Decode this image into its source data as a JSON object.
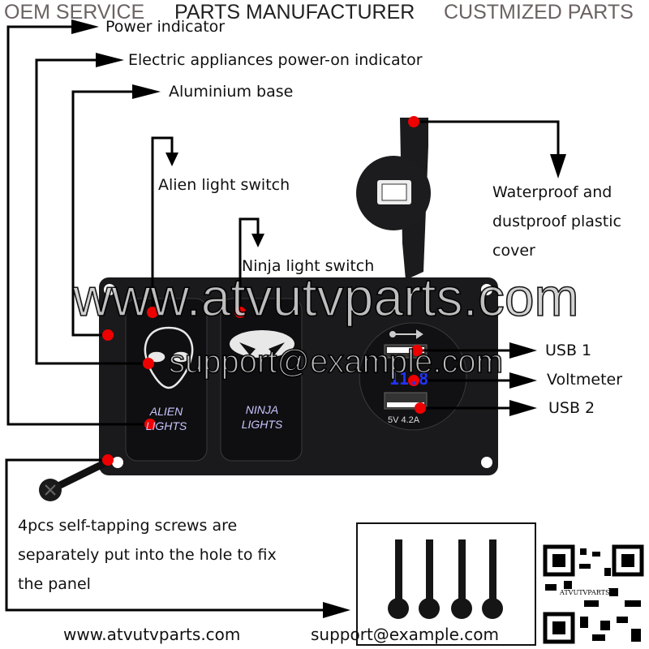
{
  "header": {
    "oem": "OEM SERVICE",
    "manufacturer": "PARTS MANUFACTURER",
    "customized": "CUSTMIZED PARTS"
  },
  "callouts": {
    "power_indicator": "Power indicator",
    "electric_indicator": "Electric appliances power-on indicator",
    "aluminium_base": "Aluminium base",
    "alien_switch": "Alien light switch",
    "ninja_switch": "Ninja light switch",
    "cover_lines": [
      "Waterproof and",
      "dustproof plastic",
      "cover"
    ],
    "usb1": "USB 1",
    "voltmeter": "Voltmeter",
    "usb2": "USB 2",
    "screws_lines": [
      "4pcs self-tapping screws are",
      "separately put into the hole to fix",
      "the panel"
    ]
  },
  "product": {
    "alien_line1": "ALIEN",
    "alien_line2": "LIGHTS",
    "ninja_line1": "NINJA",
    "ninja_line2": "LIGHTS",
    "usb_rating": "5V  4.2A",
    "volt_reading": "11.8"
  },
  "watermarks": {
    "site": "www.atvutvparts.com",
    "email": "support@example.com",
    "qr_caption": "ATVUTVPARTS"
  },
  "footer": {
    "website": "www.atvutvparts.com",
    "email": "support@example.com"
  },
  "colors": {
    "dot": "#ee0000",
    "panel": "#1a1a1c",
    "header_gray": "#6b6262"
  }
}
